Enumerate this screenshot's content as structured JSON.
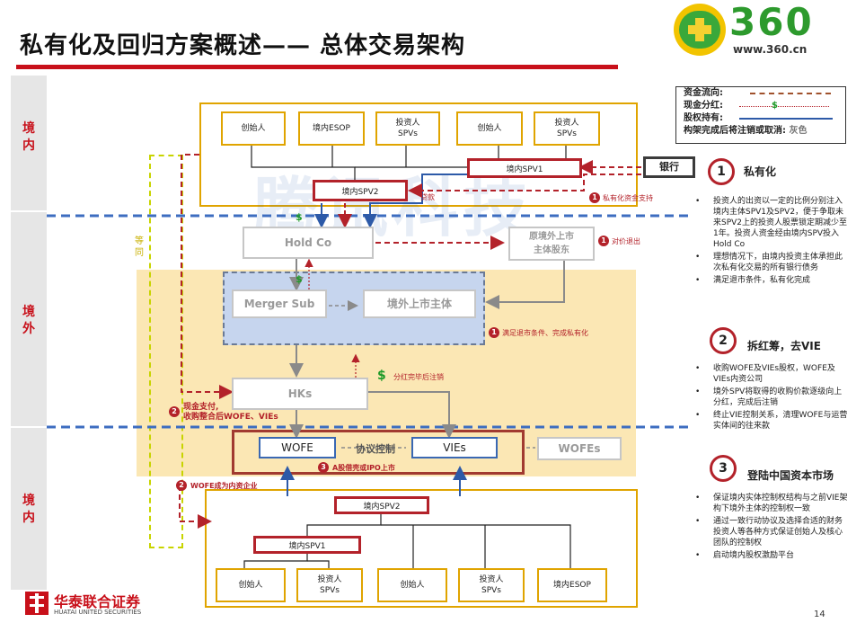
{
  "title": "私有化及回归方案概述—— 总体交易架构",
  "logo_360": {
    "number": "360",
    "url": "www.360.cn"
  },
  "footer": {
    "brand_cn": "华泰联合证券",
    "brand_en": "HUATAI UNITED SECURITIES",
    "page": "14"
  },
  "watermark": "腾讯科技",
  "bands": {
    "top": "境内",
    "middle": "境外",
    "bottom": "境内"
  },
  "legend": {
    "cash": "资金流向:",
    "dividend": "现金分红:",
    "dollar": "$",
    "equity": "股权持有:",
    "cancel": "构架完成后将注销或取消:",
    "cancel_color": "灰色"
  },
  "top_boxes": {
    "founder_a": "创始人",
    "esop": "境内ESOP",
    "investor_a": "投资人\nSPVs",
    "founder_b": "创始人",
    "investor_b": "投资人\nSPVs",
    "spv1": "境内SPV1",
    "spv2": "境内SPV2",
    "bank": "银行",
    "loan": "贷款"
  },
  "middle_boxes": {
    "holdco": "Hold Co",
    "orig_shareholder": "原境外上市\n主体股东",
    "merger_sub": "Merger Sub",
    "listed_entity": "境外上市主体",
    "hks": "HKs",
    "wofe": "WOFE",
    "vies": "VIEs",
    "wofes_gray": "WOFEs",
    "agreement": "协议控制"
  },
  "bottom_boxes": {
    "spv2": "境内SPV2",
    "spv1": "境内SPV1",
    "founder_a": "创始人",
    "investor_a": "投资人\nSPVs",
    "founder_b": "创始人",
    "investor_b": "投资人\nSPVs",
    "esop": "境内ESOP"
  },
  "side_label": "等\n同",
  "dollar_sign": "$",
  "annotations": {
    "a1_num": "1",
    "a1_text": "私有化资金支持",
    "a2_num": "1",
    "a2_text": "对价退出",
    "a3_num": "1",
    "a3_text": "满足退市条件、完成私有化",
    "a4_text": "分红完毕后注销",
    "a5_num": "2",
    "a5_text": "现金支付,\n收购整合后WOFE、VIEs",
    "a6_num": "3",
    "a6_text": "A股借壳或IPO上市",
    "a7_num": "2",
    "a7_text": "WOFE成为内资企业"
  },
  "sections": [
    {
      "num": "1",
      "title": "私有化",
      "items": [
        "投资人的出资以一定的比例分别注入境内主体SPV1及SPV2，便于争取未来SPV2上的投资人股票锁定期减少至1年。投资人资金经由境内SPV投入Hold Co",
        "理想情况下，由境内投资主体承担此次私有化交易的所有银行债务",
        "满足退市条件，私有化完成"
      ]
    },
    {
      "num": "2",
      "title": "拆红筹，去VIE",
      "items": [
        "收购WOFE及VIEs股权，WOFE及VIEs内资公司",
        "境外SPV将取得的收购价款逐级向上分红，完成后注销",
        "终止VIE控制关系，清理WOFE与运营实体间的往来款"
      ]
    },
    {
      "num": "3",
      "title": "登陆中国资本市场",
      "items": [
        "保证境内实体控制权结构与之前VIE架构下境外主体的控制权一致",
        "通过一致行动协议及选择合适的财务投资人等各种方式保证创始人及核心团队的控制权",
        "启动境内股权激励平台"
      ]
    }
  ]
}
